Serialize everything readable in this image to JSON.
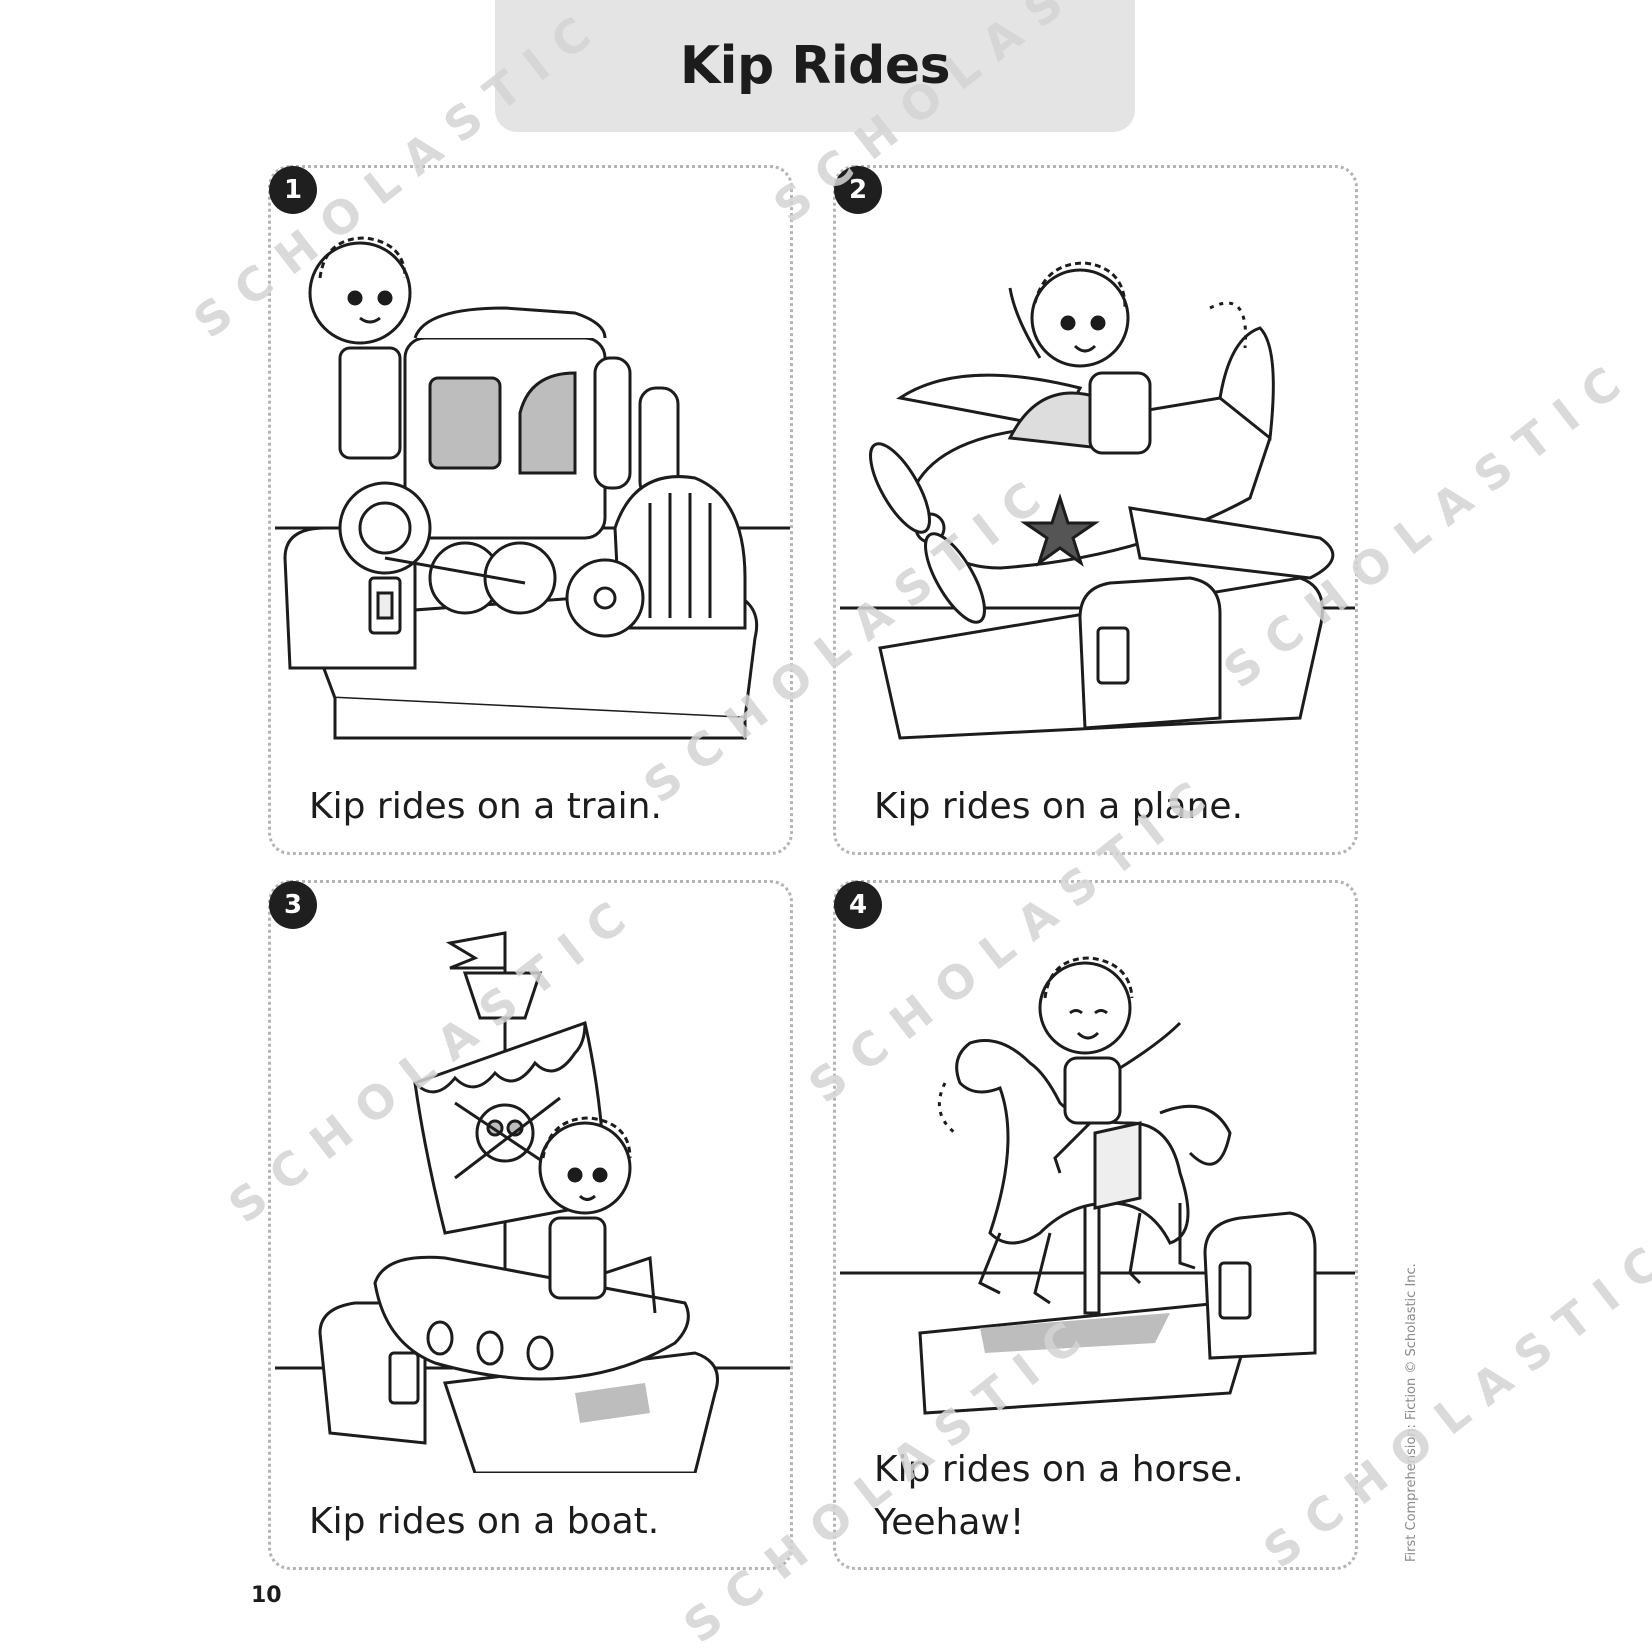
{
  "header": {
    "title": "Kip Rides"
  },
  "panels": [
    {
      "number": "1",
      "lines": [
        "Kip rides on a train."
      ],
      "subject": "train ride"
    },
    {
      "number": "2",
      "lines": [
        "Kip rides on a plane."
      ],
      "subject": "plane ride"
    },
    {
      "number": "3",
      "lines": [
        "Kip rides on a boat."
      ],
      "subject": "boat ride"
    },
    {
      "number": "4",
      "lines": [
        "Kip rides on a horse.",
        "Yeehaw!"
      ],
      "subject": "horse ride"
    }
  ],
  "footer": {
    "page_number": "10",
    "copyright": "First Comprehension: Fiction © Scholastic Inc."
  },
  "watermark": "SCHOLASTIC",
  "colors": {
    "banner": "#e4e4e4",
    "ink": "#1c1c1c",
    "badge": "#1f1f1f",
    "dotted_border": "#b4b4b4",
    "watermark": "#d4d4d4"
  }
}
